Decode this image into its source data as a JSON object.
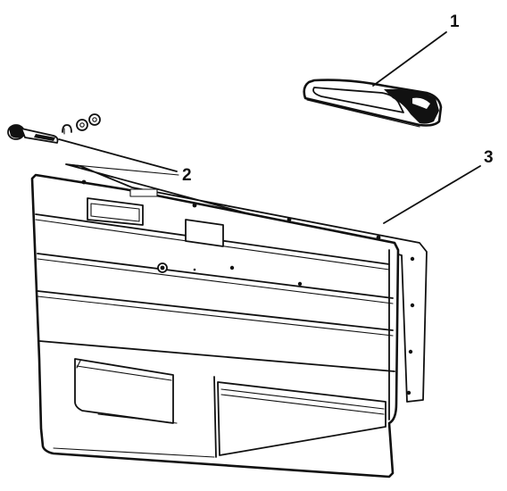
{
  "callouts": [
    {
      "id": "armrest",
      "label": "1"
    },
    {
      "id": "window-crank",
      "label": "2"
    },
    {
      "id": "door-trim-panel",
      "label": "3"
    }
  ],
  "colors": {
    "ink": "#111111",
    "paper": "#ffffff"
  }
}
